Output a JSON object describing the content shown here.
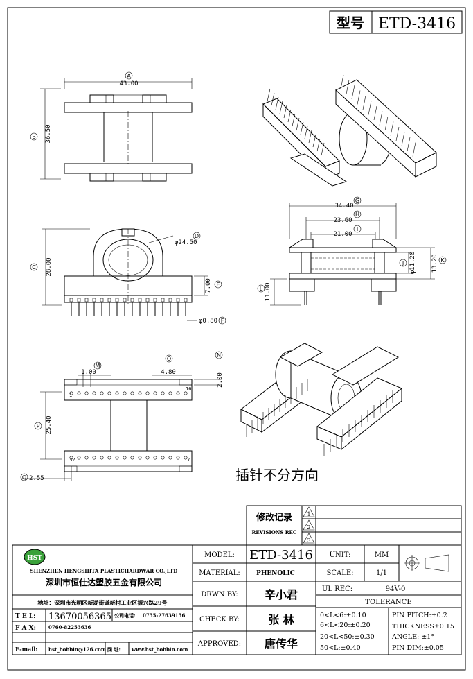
{
  "header": {
    "model_label": "型号",
    "model_value": "ETD-3416"
  },
  "dimensions": {
    "A": {
      "letter": "A",
      "value": "43.00"
    },
    "B": {
      "letter": "B",
      "value": "36.50"
    },
    "C": {
      "letter": "C",
      "value": "28.00"
    },
    "D": {
      "letter": "D",
      "value": "φ24.50"
    },
    "E": {
      "letter": "E",
      "value": "7.00"
    },
    "F": {
      "letter": "F",
      "value": "φ0.80"
    },
    "G": {
      "letter": "G",
      "value": "34.40"
    },
    "H": {
      "letter": "H",
      "value": "23.60"
    },
    "I": {
      "letter": "I",
      "value": "21.00"
    },
    "J": {
      "letter": "J",
      "value": "φ11.20"
    },
    "K": {
      "letter": "K",
      "value": "13.20"
    },
    "L": {
      "letter": "L",
      "value": "11.00"
    },
    "M": {
      "letter": "M",
      "value": "1.00"
    },
    "O": {
      "letter": "O",
      "value": "4.80"
    },
    "N": {
      "letter": "N",
      "value": "2.00"
    },
    "P": {
      "letter": "P",
      "value": "25.40"
    },
    "Q": {
      "letter": "Q",
      "value": "2.55"
    }
  },
  "pin_labels": {
    "p1": "1",
    "p16": "16",
    "p32": "32",
    "p17": "17"
  },
  "note": "插针不分方向",
  "revisions": {
    "title_cn": "修改记录",
    "title_en": "REVISIONS REC",
    "marks": [
      "1",
      "2",
      "3"
    ]
  },
  "company": {
    "logo": "HST",
    "name_en": "SHENZHEN HENGSHITA PLASTICHARDWAR CO.,LTD",
    "name_cn": "深圳市恒仕达塑胶五金有限公司",
    "address": "地址：深圳市光明区新湖街道新村工业区振兴路29号",
    "tel_label": "T E L:",
    "tel_value": "13670056365",
    "phone_label": "公司电话:",
    "phone_value": "0755-27639156",
    "fax_label": "F A X:",
    "fax_value": "0760-82253636",
    "email_label": "E-mail:",
    "email_value": "hst_bobbin@126.com",
    "web_label": "网 址:",
    "web_value": "www.hst_bobbin.com"
  },
  "title_block": {
    "model_label": "MODEL:",
    "model_value": "ETD-3416",
    "material_label": "MATERIAL:",
    "material_value": "PHENOLIC",
    "drawn_label": "DRWN BY:",
    "drawn_value": "辛小君",
    "check_label": "CHECK BY:",
    "check_value": "张  林",
    "approved_label": "APPROVED:",
    "approved_value": "唐传华",
    "unit_label": "UNIT:",
    "unit_value": "MM",
    "scale_label": "SCALE:",
    "scale_value": "1/1",
    "ul_label": "UL REC:",
    "ul_value": "94V-0",
    "tolerance_title": "TOLERANCE",
    "tol_1": "0<L<6:±0.10",
    "tol_2": "6<L<20:±0.20",
    "tol_3": "20<L<50:±0.30",
    "tol_4": "50<L:±0.40",
    "pin_pitch": "PIN PITCH:±0.2",
    "thickness": "THICKNESS±0.15",
    "angle": "ANGLE: ±1°",
    "pin_dim": "PIN DIM:±0.05"
  }
}
